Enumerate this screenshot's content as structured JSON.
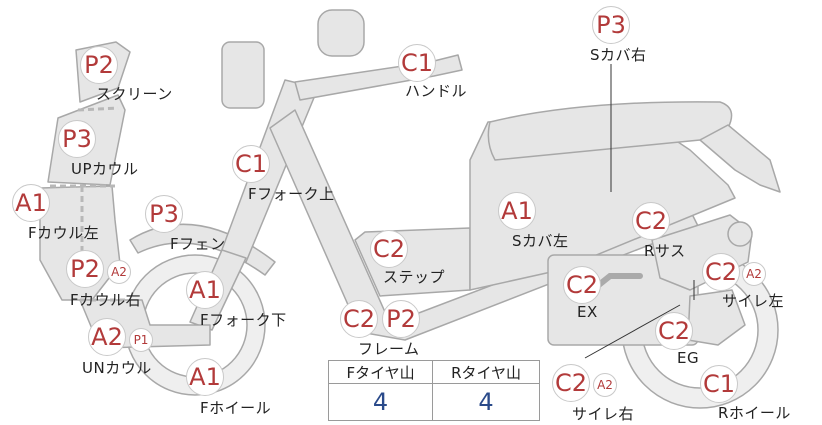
{
  "parts": [
    {
      "id": "screen",
      "label": "スクリーン",
      "grades": [
        "P2"
      ]
    },
    {
      "id": "up-cowl",
      "label": "UPカウル",
      "grades": [
        "P3"
      ]
    },
    {
      "id": "f-cowl-left",
      "label": "Fカウル左",
      "grades": [
        "A1"
      ]
    },
    {
      "id": "f-cowl-right",
      "label": "Fカウル右",
      "grades": [
        "P2",
        "A2"
      ]
    },
    {
      "id": "un-cowl",
      "label": "UNカウル",
      "grades": [
        "A2",
        "P1"
      ]
    },
    {
      "id": "f-wheel",
      "label": "Fホイール",
      "grades": [
        "A1"
      ]
    },
    {
      "id": "f-fork-lower",
      "label": "Fフォーク下",
      "grades": [
        "A1"
      ]
    },
    {
      "id": "f-fender",
      "label": "Fフェン",
      "grades": [
        "P3"
      ]
    },
    {
      "id": "f-fork-upper",
      "label": "Fフォーク上",
      "grades": [
        "C1"
      ]
    },
    {
      "id": "handle",
      "label": "ハンドル",
      "grades": [
        "C1"
      ]
    },
    {
      "id": "step",
      "label": "ステップ",
      "grades": [
        "C2"
      ]
    },
    {
      "id": "frame",
      "label": "フレーム",
      "grades": [
        "C2",
        "P2"
      ]
    },
    {
      "id": "s-cover-left",
      "label": "Sカバ左",
      "grades": [
        "A1"
      ]
    },
    {
      "id": "s-cover-right",
      "label": "Sカバ右",
      "grades": [
        "P3"
      ]
    },
    {
      "id": "r-suspension",
      "label": "Rサス",
      "grades": [
        "C2"
      ]
    },
    {
      "id": "exhaust",
      "label": "EX",
      "grades": [
        "C2"
      ]
    },
    {
      "id": "muffler-left",
      "label": "サイレ左",
      "grades": [
        "C2",
        "A2"
      ]
    },
    {
      "id": "engine",
      "label": "EG",
      "grades": [
        "C2"
      ]
    },
    {
      "id": "muffler-right",
      "label": "サイレ右",
      "grades": [
        "C2",
        "A2"
      ]
    },
    {
      "id": "r-wheel",
      "label": "Rホイール",
      "grades": [
        "C1"
      ]
    }
  ],
  "table": {
    "headers": [
      "Fタイヤ山",
      "Rタイヤ山"
    ],
    "values": [
      "4",
      "4"
    ]
  },
  "colors": {
    "grade": "#b23a3a",
    "value": "#2a4a8a",
    "body_fill": "#e6e6e6",
    "body_stroke": "#a8a8a8"
  }
}
